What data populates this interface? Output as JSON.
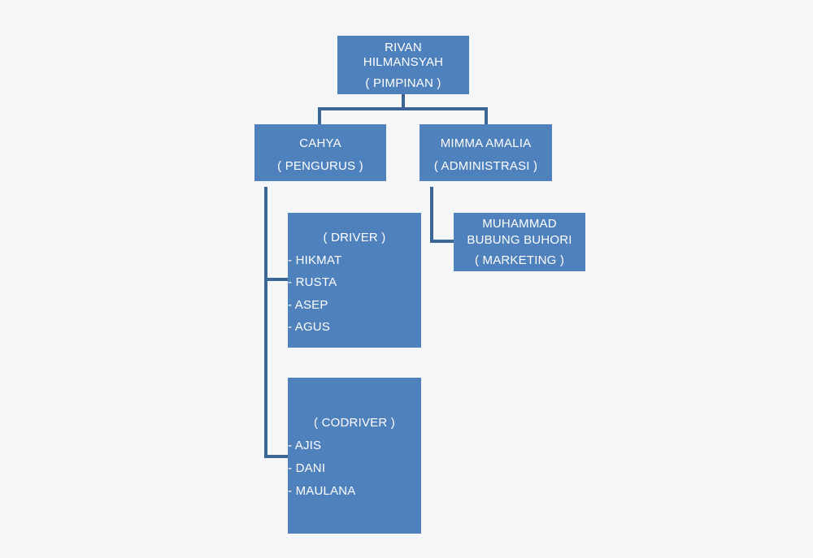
{
  "org_chart": {
    "leader": {
      "name_line1": "RIVAN",
      "name_line2": "HILMANSYAH",
      "role": "( PIMPINAN )"
    },
    "manager": {
      "name": "CAHYA",
      "role": "( PENGURUS )"
    },
    "admin": {
      "name": "MIMMA AMALIA",
      "role": "( ADMINISTRASI )"
    },
    "marketing": {
      "name_line1": "MUHAMMAD",
      "name_line2": "BUBUNG BUHORI",
      "role": "( MARKETING )"
    },
    "drivers": {
      "title": "( DRIVER )",
      "members": [
        "- HIKMAT",
        "- RUSTA",
        "- ASEP",
        "- AGUS"
      ]
    },
    "codrivers": {
      "title": "( CODRIVER )",
      "members": [
        "- AJIS",
        "- DANI",
        "- MAULANA"
      ]
    }
  },
  "colors": {
    "box_fill": "#4f81bd",
    "connector": "#3a6594",
    "text": "#ffffff",
    "background": "#f4f6f8"
  }
}
